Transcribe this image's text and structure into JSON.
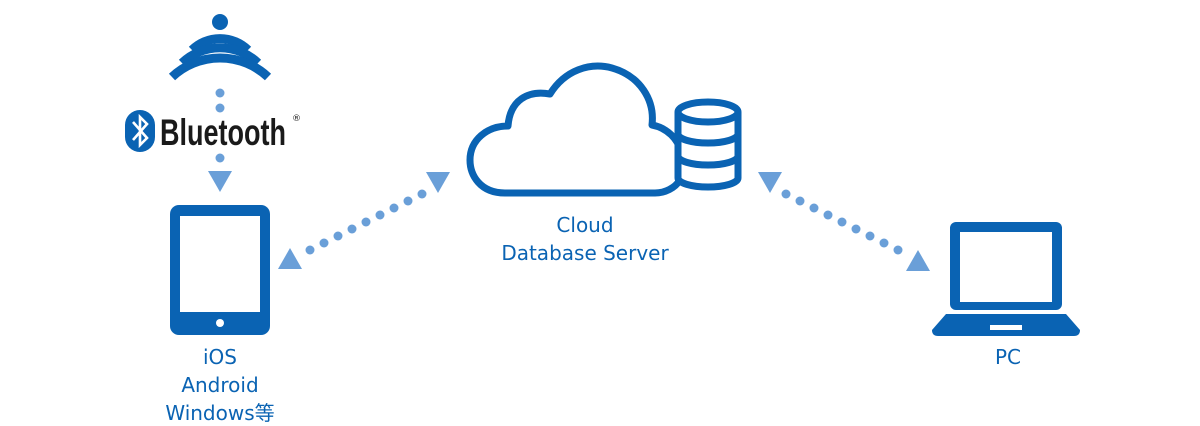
{
  "colors": {
    "primary": "#0a63b3",
    "connector": "#6a9fd8"
  },
  "bluetooth": {
    "logo_text": "Bluetooth",
    "registered": "®"
  },
  "cloud": {
    "line1": "Cloud",
    "line2": "Database Server"
  },
  "mobile": {
    "line1": "iOS",
    "line2": "Android",
    "line3": "Windows等"
  },
  "pc": {
    "label": "PC"
  }
}
